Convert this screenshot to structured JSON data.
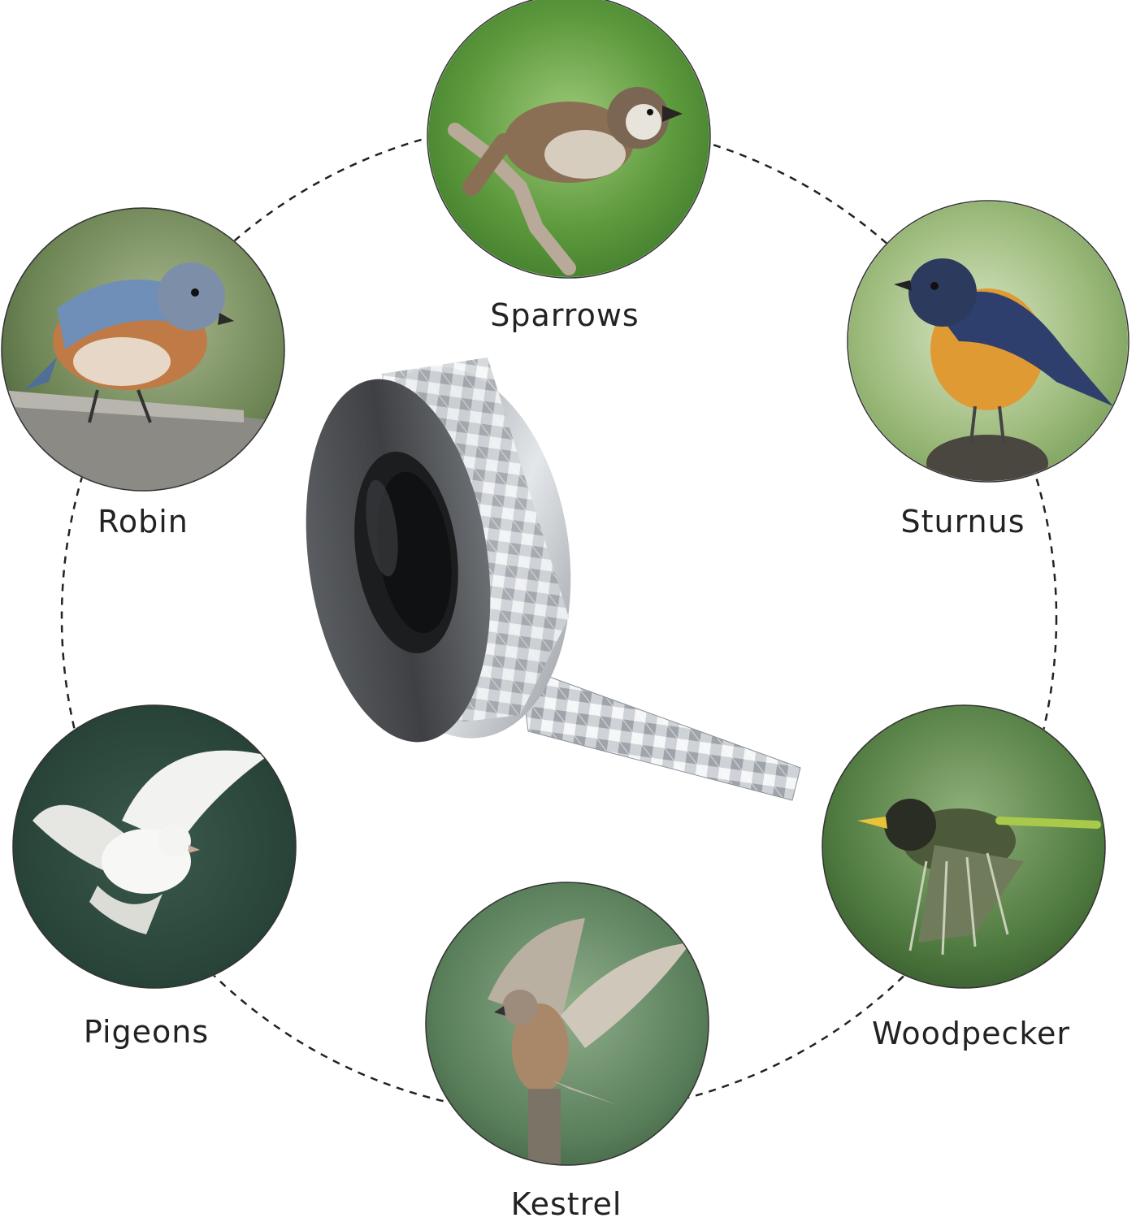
{
  "birds": {
    "sparrows": "Sparrows",
    "robin": "Robin",
    "sturnus": "Sturnus",
    "pigeons": "Pigeons",
    "woodpecker": "Woodpecker",
    "kestrel": "Kestrel"
  },
  "colors": {
    "background": "#ffffff",
    "dashed_ring": "#222222",
    "label_text": "#222222",
    "tape_silver": "#c9ccd0",
    "tape_dark": "#4a4c50"
  }
}
